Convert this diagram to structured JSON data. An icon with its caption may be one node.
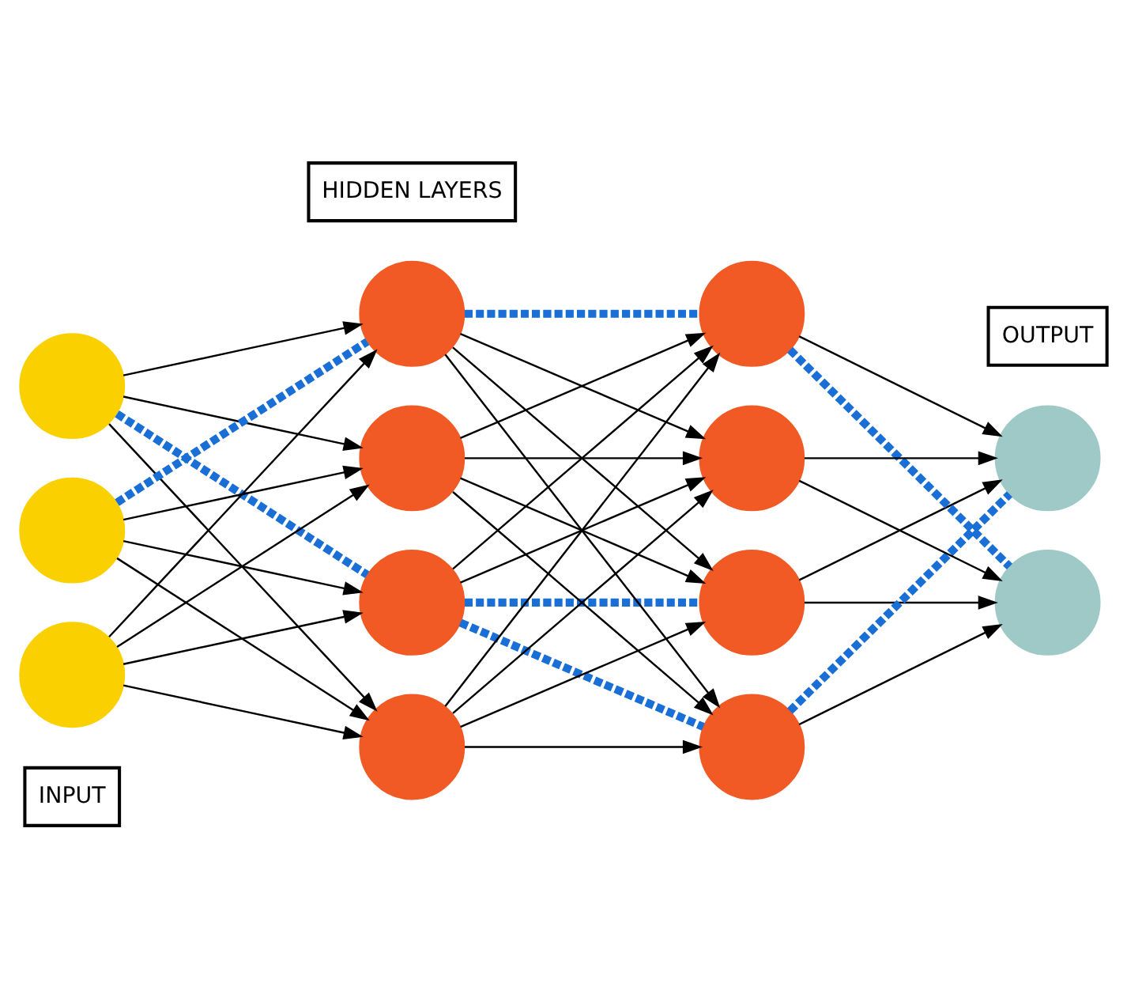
{
  "diagram": {
    "nodes": [
      {
        "text": [
          "HIDDEN LAYERS"
        ]
      },
      {
        "text": [
          "INPUT"
        ]
      },
      {
        "text": [
          "OUTPUT"
        ]
      },
      {
        "text": [],
        "shape": "circle"
      },
      {
        "text": [],
        "shape": "circle"
      },
      {
        "text": [],
        "shape": "circle"
      },
      {
        "text": [],
        "shape": "circle"
      },
      {
        "text": [],
        "shape": "circle"
      },
      {
        "text": [],
        "shape": "circle"
      },
      {
        "text": [],
        "shape": "circle"
      },
      {
        "text": [],
        "shape": "circle"
      },
      {
        "text": [],
        "shape": "circle"
      },
      {
        "text": [],
        "shape": "circle"
      },
      {
        "text": [],
        "shape": "circle"
      },
      {
        "text": [],
        "shape": "circle"
      },
      {
        "text": [],
        "shape": "circle"
      }
    ],
    "edges": [
      {
        "from": 3,
        "to": 6,
        "arrow": "none",
        "style": "dashed",
        "color": "#1a6fd6"
      },
      {
        "from": 3,
        "to": 7,
        "arrow": "to"
      },
      {
        "from": 3,
        "to": 8,
        "arrow": "to"
      },
      {
        "from": 3,
        "to": 9,
        "arrow": "to"
      },
      {
        "from": 4,
        "to": 6,
        "arrow": "to"
      },
      {
        "from": 4,
        "to": 7,
        "arrow": "to"
      },
      {
        "from": 4,
        "to": 8,
        "arrow": "none",
        "style": "dashed",
        "color": "#1a6fd6"
      },
      {
        "from": 4,
        "to": 9,
        "arrow": "to"
      },
      {
        "from": 5,
        "to": 6,
        "arrow": "to"
      },
      {
        "from": 5,
        "to": 7,
        "arrow": "to"
      },
      {
        "from": 5,
        "to": 8,
        "arrow": "to"
      },
      {
        "from": 5,
        "to": 9,
        "arrow": "to"
      },
      {
        "from": 6,
        "to": 10,
        "arrow": "none",
        "style": "dashed",
        "color": "#1a6fd6"
      },
      {
        "from": 6,
        "to": 11,
        "arrow": "none",
        "style": "dashed",
        "color": "#1a6fd6"
      },
      {
        "from": 6,
        "to": 12,
        "arrow": "to"
      },
      {
        "from": 6,
        "to": 13,
        "arrow": "to"
      },
      {
        "from": 7,
        "to": 10,
        "arrow": "to"
      },
      {
        "from": 7,
        "to": 11,
        "arrow": "to"
      },
      {
        "from": 7,
        "to": 12,
        "arrow": "to"
      },
      {
        "from": 7,
        "to": 13,
        "arrow": "to"
      },
      {
        "from": 8,
        "to": 10,
        "arrow": "to"
      },
      {
        "from": 8,
        "to": 11,
        "arrow": "to"
      },
      {
        "from": 8,
        "to": 12,
        "arrow": "none",
        "style": "dashed",
        "color": "#1a6fd6"
      },
      {
        "from": 8,
        "to": 13,
        "arrow": "to"
      },
      {
        "from": 9,
        "to": 10,
        "arrow": "to"
      },
      {
        "from": 9,
        "to": 11,
        "arrow": "to"
      },
      {
        "from": 9,
        "to": 12,
        "arrow": "to"
      },
      {
        "from": 9,
        "to": 13,
        "arrow": "to"
      },
      {
        "from": 10,
        "to": 14,
        "arrow": "to"
      },
      {
        "from": 10,
        "to": 15,
        "arrow": "to"
      },
      {
        "from": 11,
        "to": 14,
        "arrow": "none",
        "style": "dashed",
        "color": "#1a6fd6"
      },
      {
        "from": 11,
        "to": 15,
        "arrow": "to"
      },
      {
        "from": 12,
        "to": 14,
        "arrow": "to"
      },
      {
        "from": 12,
        "to": 15,
        "arrow": "none",
        "style": "dashed",
        "color": "#1a6fd6"
      },
      {
        "from": 13,
        "to": 14,
        "arrow": "to"
      },
      {
        "from": 13,
        "to": 15,
        "arrow": "to"
      }
    ]
  }
}
